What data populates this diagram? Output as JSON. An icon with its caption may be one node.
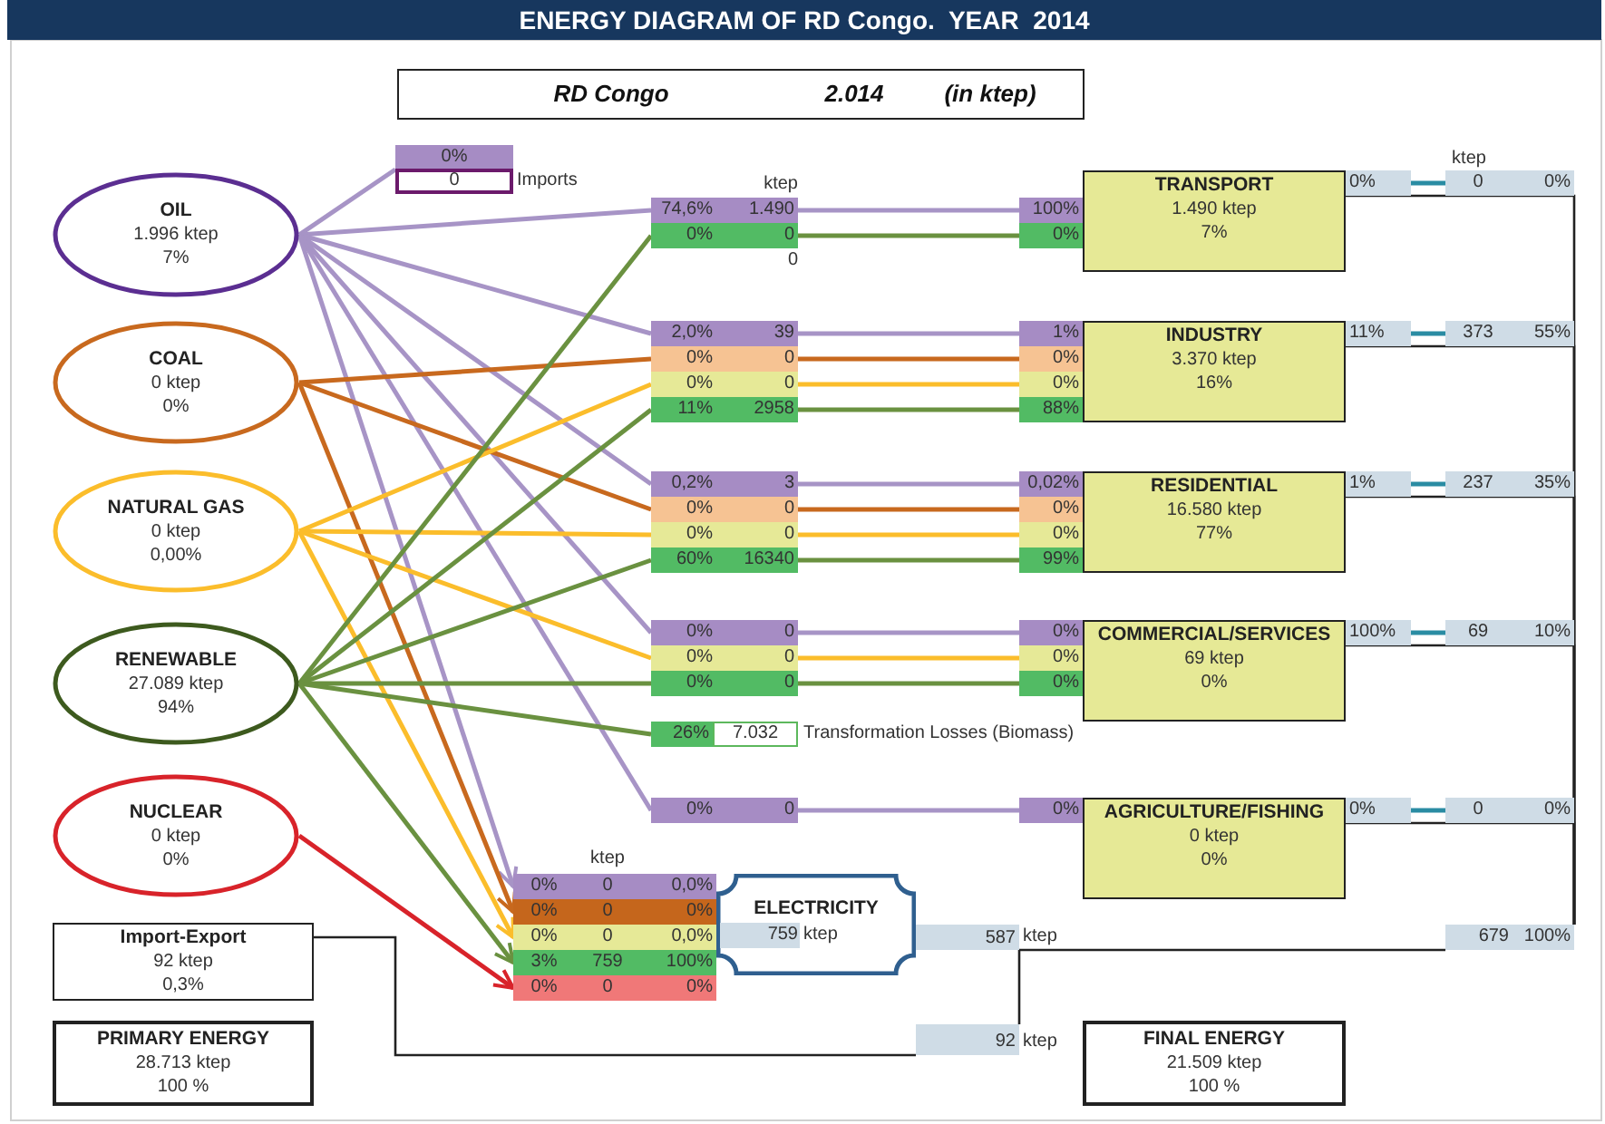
{
  "diagram": {
    "title": "ENERGY DIAGRAM OF RD Congo.  YEAR  2014",
    "nodes": [
      {
        "text": [
          "RD Congo",
          "2.014",
          "(in ktep)"
        ]
      },
      {
        "text": [
          "OIL",
          "1.996 ktep",
          "7%"
        ]
      },
      {
        "text": [
          "COAL",
          "0 ktep",
          "0%"
        ]
      },
      {
        "text": [
          "NATURAL GAS",
          "0 ktep",
          "0,00%"
        ]
      },
      {
        "text": [
          "RENEWABLE",
          "27.089 ktep",
          "94%"
        ]
      },
      {
        "text": [
          "NUCLEAR",
          "0 ktep",
          "0%"
        ]
      },
      {
        "text": [
          "Import-Export",
          "92 ktep",
          "0,3%"
        ]
      },
      {
        "text": [
          "PRIMARY ENERGY",
          "28.713 ktep",
          "100 %"
        ]
      },
      {
        "text": [
          "0%",
          "0"
        ],
        "beside": [
          "Imports"
        ]
      },
      {
        "text": [
          "74,6%",
          "1.490"
        ]
      },
      {
        "text": [
          "0%",
          "0"
        ]
      },
      {
        "text": [
          "2,0%",
          "39"
        ]
      },
      {
        "text": [
          "0%",
          "0"
        ]
      },
      {
        "text": [
          "0%",
          "0"
        ]
      },
      {
        "text": [
          "11%",
          "2958"
        ]
      },
      {
        "text": [
          "0,2%",
          "3"
        ]
      },
      {
        "text": [
          "0%",
          "0"
        ]
      },
      {
        "text": [
          "0%",
          "0"
        ]
      },
      {
        "text": [
          "60%",
          "16340"
        ]
      },
      {
        "text": [
          "0%",
          "0"
        ]
      },
      {
        "text": [
          "0%",
          "0"
        ]
      },
      {
        "text": [
          "0%",
          "0"
        ]
      },
      {
        "text": [
          "26%",
          "7.032"
        ],
        "beside": [
          "Transformation Losses (Biomass)"
        ]
      },
      {
        "text": [
          "0%",
          "0"
        ]
      },
      {
        "text": [
          "0%",
          "0",
          "0,0%"
        ]
      },
      {
        "text": [
          "0%",
          "0",
          "0%"
        ]
      },
      {
        "text": [
          "0%",
          "0",
          "0,0%"
        ]
      },
      {
        "text": [
          "3%",
          "759",
          "100%"
        ]
      },
      {
        "text": [
          "0%",
          "0",
          "0%"
        ]
      },
      {
        "text": [
          "100%"
        ]
      },
      {
        "text": [
          "0%"
        ]
      },
      {
        "text": [
          "1%"
        ]
      },
      {
        "text": [
          "0%"
        ]
      },
      {
        "text": [
          "0%"
        ]
      },
      {
        "text": [
          "88%"
        ]
      },
      {
        "text": [
          "0,02%"
        ]
      },
      {
        "text": [
          "0%"
        ]
      },
      {
        "text": [
          "0%"
        ]
      },
      {
        "text": [
          "99%"
        ]
      },
      {
        "text": [
          "0%"
        ]
      },
      {
        "text": [
          "0%"
        ]
      },
      {
        "text": [
          "0%"
        ]
      },
      {
        "text": [
          "0%"
        ]
      },
      {
        "text": [
          "TRANSPORT",
          "1.490 ktep",
          "7%"
        ]
      },
      {
        "text": [
          "INDUSTRY",
          "3.370 ktep",
          "16%"
        ]
      },
      {
        "text": [
          "RESIDENTIAL",
          "16.580 ktep",
          "77%"
        ]
      },
      {
        "text": [
          "COMMERCIAL/SERVICES",
          "69 ktep",
          "0%"
        ]
      },
      {
        "text": [
          "AGRICULTURE/FISHING",
          "0 ktep",
          "0%"
        ]
      },
      {
        "text": [
          "0%"
        ]
      },
      {
        "text": [
          "0",
          "0%"
        ]
      },
      {
        "text": [
          "11%"
        ]
      },
      {
        "text": [
          "373",
          "55%"
        ]
      },
      {
        "text": [
          "1%"
        ]
      },
      {
        "text": [
          "237",
          "35%"
        ]
      },
      {
        "text": [
          "100%"
        ]
      },
      {
        "text": [
          "69",
          "10%"
        ]
      },
      {
        "text": [
          "0%"
        ]
      },
      {
        "text": [
          "0",
          "0%"
        ]
      },
      {
        "text": [
          "ELECTRICITY",
          "759",
          "ktep"
        ]
      },
      {
        "text": [
          "587"
        ],
        "beside": [
          "ktep"
        ]
      },
      {
        "text": [
          "92"
        ],
        "beside": [
          "ktep"
        ]
      },
      {
        "text": [
          "679",
          "100%"
        ]
      },
      {
        "text": [
          "FINAL ENERGY",
          "21.509 ktep",
          "100 %"
        ]
      }
    ],
    "edges": [
      {
        "from": 1,
        "to": 8,
        "arrow": "none",
        "color": "#a794c6"
      },
      {
        "from": 1,
        "to": 9,
        "arrow": "none",
        "color": "#a794c6"
      },
      {
        "from": 1,
        "to": 11,
        "arrow": "none",
        "color": "#a794c6"
      },
      {
        "from": 1,
        "to": 15,
        "arrow": "none",
        "color": "#a794c6"
      },
      {
        "from": 1,
        "to": 19,
        "arrow": "none",
        "color": "#a794c6"
      },
      {
        "from": 1,
        "to": 23,
        "arrow": "none",
        "color": "#a794c6"
      },
      {
        "from": 1,
        "to": 24,
        "arrow": "to",
        "color": "#a794c6"
      },
      {
        "from": 2,
        "to": 12,
        "arrow": "none",
        "color": "#c8691e"
      },
      {
        "from": 2,
        "to": 16,
        "arrow": "none",
        "color": "#c8691e"
      },
      {
        "from": 2,
        "to": 25,
        "arrow": "to",
        "color": "#c8691e"
      },
      {
        "from": 3,
        "to": 13,
        "arrow": "none",
        "color": "#fbbd2b"
      },
      {
        "from": 3,
        "to": 17,
        "arrow": "none",
        "color": "#fbbd2b"
      },
      {
        "from": 3,
        "to": 20,
        "arrow": "none",
        "color": "#fbbd2b"
      },
      {
        "from": 3,
        "to": 26,
        "arrow": "to",
        "color": "#fbbd2b"
      },
      {
        "from": 4,
        "to": 10,
        "arrow": "none",
        "color": "#6a9140"
      },
      {
        "from": 4,
        "to": 14,
        "arrow": "none",
        "color": "#6a9140"
      },
      {
        "from": 4,
        "to": 18,
        "arrow": "none",
        "color": "#6a9140"
      },
      {
        "from": 4,
        "to": 21,
        "arrow": "none",
        "color": "#6a9140"
      },
      {
        "from": 4,
        "to": 22,
        "arrow": "none",
        "color": "#6a9140"
      },
      {
        "from": 4,
        "to": 27,
        "arrow": "to",
        "color": "#6a9140"
      },
      {
        "from": 5,
        "to": 28,
        "arrow": "to",
        "color": "#d8232a"
      },
      {
        "from": 9,
        "to": 29,
        "arrow": "none",
        "color": "#a794c6"
      },
      {
        "from": 10,
        "to": 30,
        "arrow": "none",
        "color": "#6a9140"
      },
      {
        "from": 11,
        "to": 31,
        "arrow": "none",
        "color": "#a794c6"
      },
      {
        "from": 12,
        "to": 32,
        "arrow": "none",
        "color": "#c8691e"
      },
      {
        "from": 13,
        "to": 33,
        "arrow": "none",
        "color": "#fbbd2b"
      },
      {
        "from": 14,
        "to": 34,
        "arrow": "none",
        "color": "#6a9140"
      },
      {
        "from": 15,
        "to": 35,
        "arrow": "none",
        "color": "#a794c6"
      },
      {
        "from": 16,
        "to": 36,
        "arrow": "none",
        "color": "#c8691e"
      },
      {
        "from": 17,
        "to": 37,
        "arrow": "none",
        "color": "#fbbd2b"
      },
      {
        "from": 18,
        "to": 38,
        "arrow": "none",
        "color": "#6a9140"
      },
      {
        "from": 19,
        "to": 39,
        "arrow": "none",
        "color": "#a794c6"
      },
      {
        "from": 20,
        "to": 40,
        "arrow": "none",
        "color": "#fbbd2b"
      },
      {
        "from": 21,
        "to": 41,
        "arrow": "none",
        "color": "#6a9140"
      },
      {
        "from": 23,
        "to": 42,
        "arrow": "none",
        "color": "#a794c6"
      },
      {
        "from": 48,
        "to": 49,
        "arrow": "none",
        "color": "#2a8ca3"
      },
      {
        "from": 50,
        "to": 51,
        "arrow": "none",
        "color": "#2a8ca3"
      },
      {
        "from": 52,
        "to": 53,
        "arrow": "none",
        "color": "#2a8ca3"
      },
      {
        "from": 54,
        "to": 55,
        "arrow": "none",
        "color": "#2a8ca3"
      },
      {
        "from": 56,
        "to": 57,
        "arrow": "none",
        "color": "#2a8ca3"
      },
      {
        "from": 61,
        "to": 48,
        "arrow": "none",
        "color": "#222222"
      },
      {
        "from": 61,
        "to": 50,
        "arrow": "none",
        "color": "#222222"
      },
      {
        "from": 61,
        "to": 52,
        "arrow": "none",
        "color": "#222222"
      },
      {
        "from": 61,
        "to": 54,
        "arrow": "none",
        "color": "#222222"
      },
      {
        "from": 61,
        "to": 56,
        "arrow": "none",
        "color": "#222222"
      },
      {
        "from": 59,
        "to": 61,
        "arrow": "none",
        "color": "#222222"
      },
      {
        "from": 60,
        "to": 59,
        "arrow": "none",
        "color": "#222222"
      },
      {
        "from": 6,
        "to": 60,
        "arrow": "none",
        "color": "#222222"
      }
    ],
    "labels": [
      "ktep",
      "0",
      "ktep",
      "ktep"
    ]
  }
}
